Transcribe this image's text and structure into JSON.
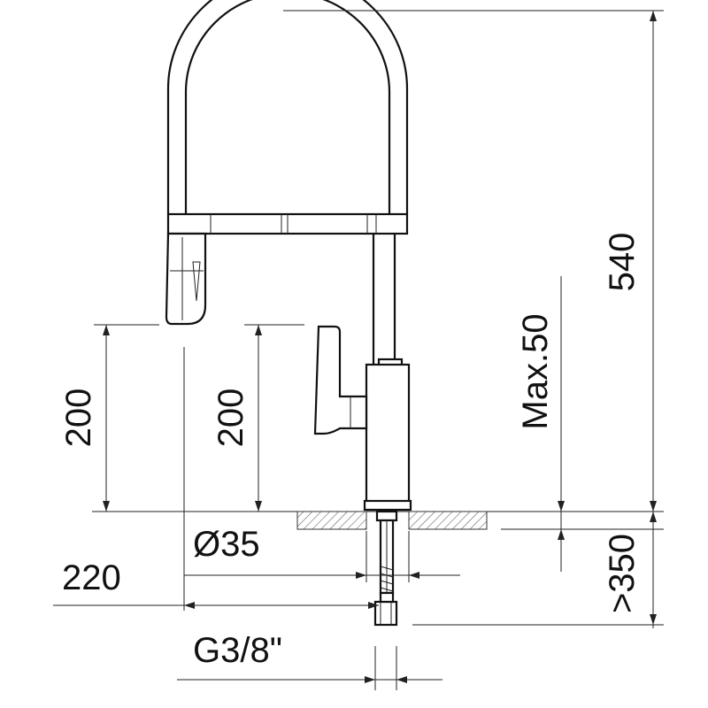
{
  "labels": {
    "height_total": "540",
    "spout_height_left": "200",
    "spout_height_mid": "200",
    "max_deck": "Max.50",
    "hose_length": ">350",
    "hole_diameter": "Ø35",
    "reach": "220",
    "thread": "G3/8\""
  }
}
